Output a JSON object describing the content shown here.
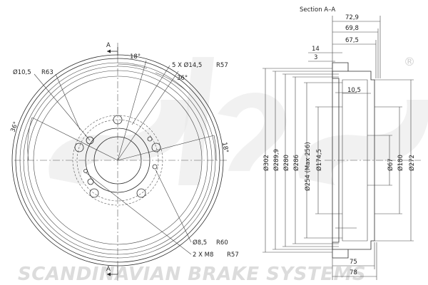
{
  "watermark": {
    "brand": "sbs",
    "registered": "®",
    "tagline": "SCANDINAVIAN BRAKE SYSTEMS"
  },
  "section_title": "Section A–A",
  "section_marker": "A",
  "front_view": {
    "angle_top": "18°",
    "angle_top_right": "36°",
    "angle_left": "36°",
    "angle_right": "18°",
    "hole_left": "Ø10,5",
    "radius_left": "R63",
    "stud_holes": "5 X Ø14,5",
    "stud_radius": "R57",
    "small_hole": "Ø8,5",
    "small_radius": "R60",
    "thread_holes": "2 X M8",
    "thread_radius": "R57"
  },
  "section_view": {
    "top_dims": [
      "72,9",
      "69,8",
      "67,5",
      "14",
      "3",
      "10,5"
    ],
    "diameters": [
      "Ø302",
      "Ø289,9",
      "Ø280",
      "Ø286",
      "Ø254 (Max 256)",
      "Ø174,5",
      "Ø67",
      "Ø180",
      "Ø272"
    ],
    "bottom_dims": [
      "75",
      "78"
    ]
  }
}
